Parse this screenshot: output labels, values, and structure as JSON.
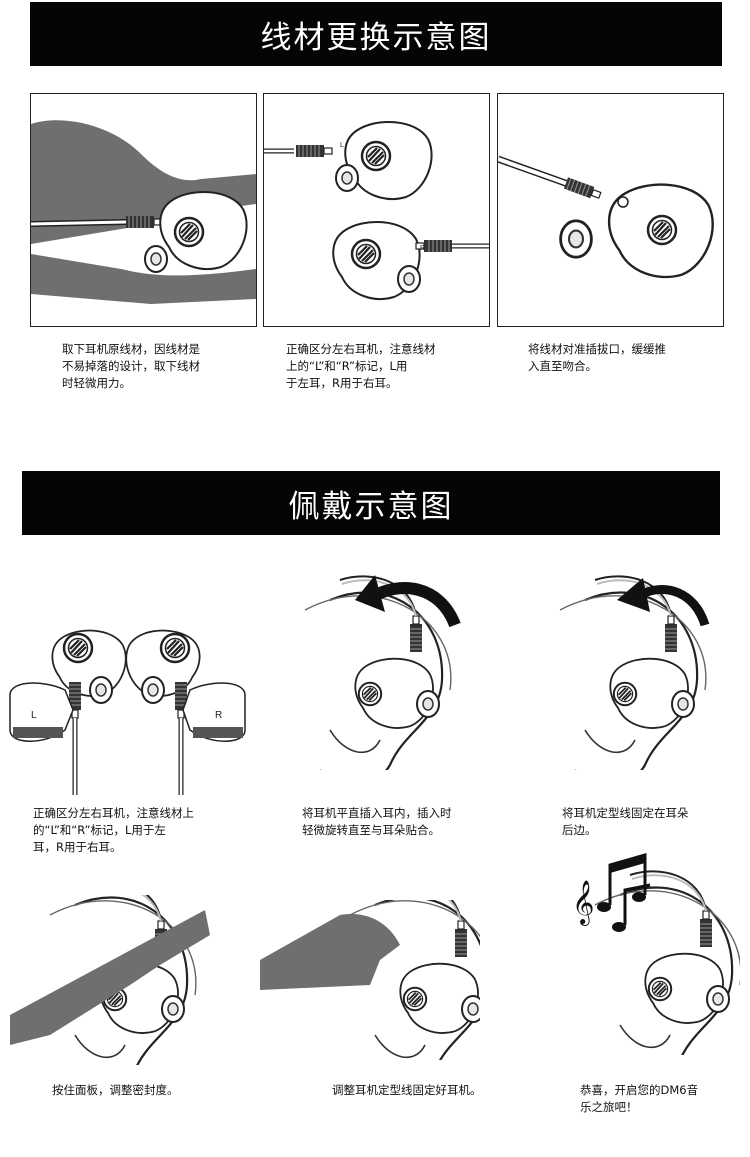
{
  "sections": {
    "cable": {
      "title": "线材更换示意图"
    },
    "wear": {
      "title": "佩戴示意图"
    }
  },
  "cable_steps": [
    {
      "lines": [
        "取下耳机原线材，因线材是",
        "不易掉落的设计，取下线材",
        "时轻微用力。"
      ]
    },
    {
      "lines": [
        "正确区分左右耳机，注意线材",
        "上的“L”和“R”标记，L用",
        "于左耳，R用于右耳。"
      ]
    },
    {
      "lines": [
        "将线材对准插拔口，缓缓推",
        "入直至吻合。"
      ]
    }
  ],
  "wear_steps": [
    {
      "lines": [
        "正确区分左右耳机，注意线材上",
        "的“L”和“R”标记，L用于左",
        "耳，R用于右耳。"
      ]
    },
    {
      "lines": [
        "将耳机平直插入耳内，插入时",
        "轻微旋转直至与耳朵贴合。"
      ]
    },
    {
      "lines": [
        "将耳机定型线固定在耳朵",
        "后边。"
      ]
    },
    {
      "lines": [
        "按住面板，调整密封度。"
      ]
    },
    {
      "lines": [
        "调整耳机定型线固定好耳机。"
      ]
    },
    {
      "lines": [
        "恭喜，开启您的DM6音",
        "乐之旅吧！"
      ]
    }
  ],
  "markers": {
    "left": "L",
    "right": "R"
  }
}
